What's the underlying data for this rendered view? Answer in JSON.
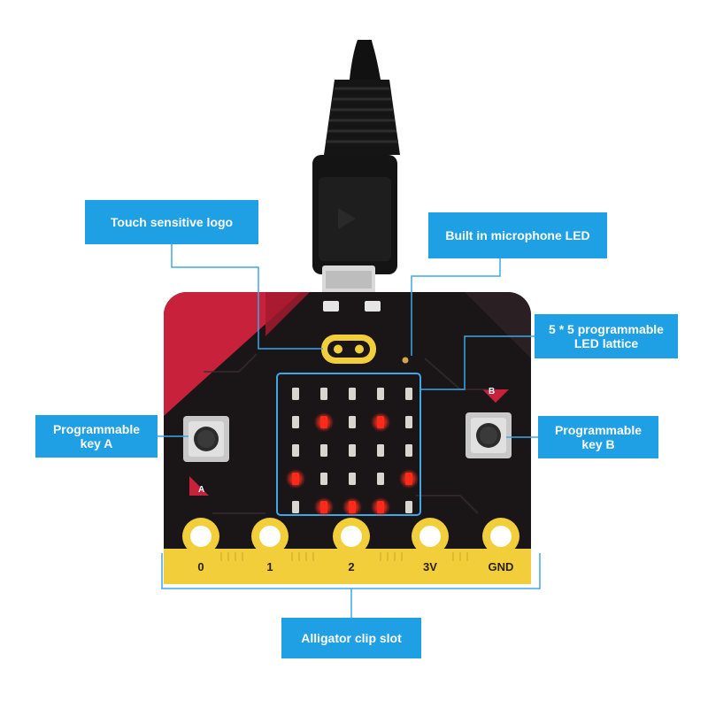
{
  "callouts": {
    "touch_logo": "Touch sensitive logo",
    "microphone_led": "Built in microphone LED",
    "led_lattice": "5 * 5 programmable\nLED lattice",
    "key_a": "Programmable\nkey A",
    "key_b": "Programmable\nkey B",
    "alligator_slot": "Alligator clip slot"
  },
  "board": {
    "button_a_mark": "A",
    "button_b_mark": "B",
    "pins": [
      "0",
      "1",
      "2",
      "3V",
      "GND"
    ]
  },
  "led_matrix": {
    "rows": 5,
    "cols": 5,
    "lit": [
      [
        0,
        0,
        0,
        0,
        0
      ],
      [
        0,
        1,
        0,
        1,
        0
      ],
      [
        0,
        0,
        0,
        0,
        0
      ],
      [
        1,
        0,
        0,
        0,
        1
      ],
      [
        0,
        1,
        1,
        1,
        0
      ]
    ]
  },
  "colors": {
    "callout": "#1f9fe4",
    "board": "#1a1618",
    "accent_red": "#c8213c",
    "gold": "#f2cf3a",
    "led_on": "#ff2a1a",
    "led_off": "#d9d6cf"
  }
}
